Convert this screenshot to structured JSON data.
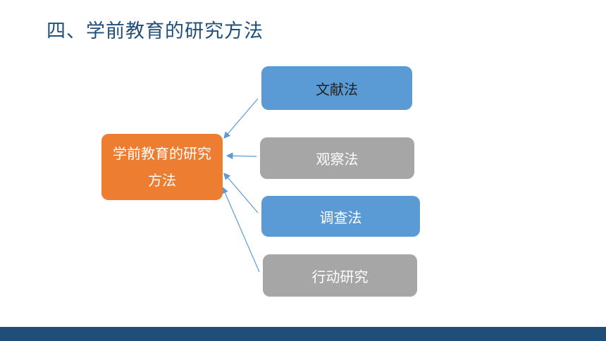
{
  "slide": {
    "title": "四、学前教育的研究方法"
  },
  "diagram": {
    "center": {
      "label_line1": "学前教育的研究",
      "label_line2": "方法"
    },
    "methods": [
      {
        "label": "文献法",
        "color": "#5b9bd5"
      },
      {
        "label": "观察法",
        "color": "#a6a6a6"
      },
      {
        "label": "调查法",
        "color": "#5b9bd5"
      },
      {
        "label": "行动研究",
        "color": "#a6a6a6"
      }
    ],
    "center_color": "#ed7d31",
    "arrow_color": "#5b9bd5",
    "footer_color": "#1f4e79"
  }
}
